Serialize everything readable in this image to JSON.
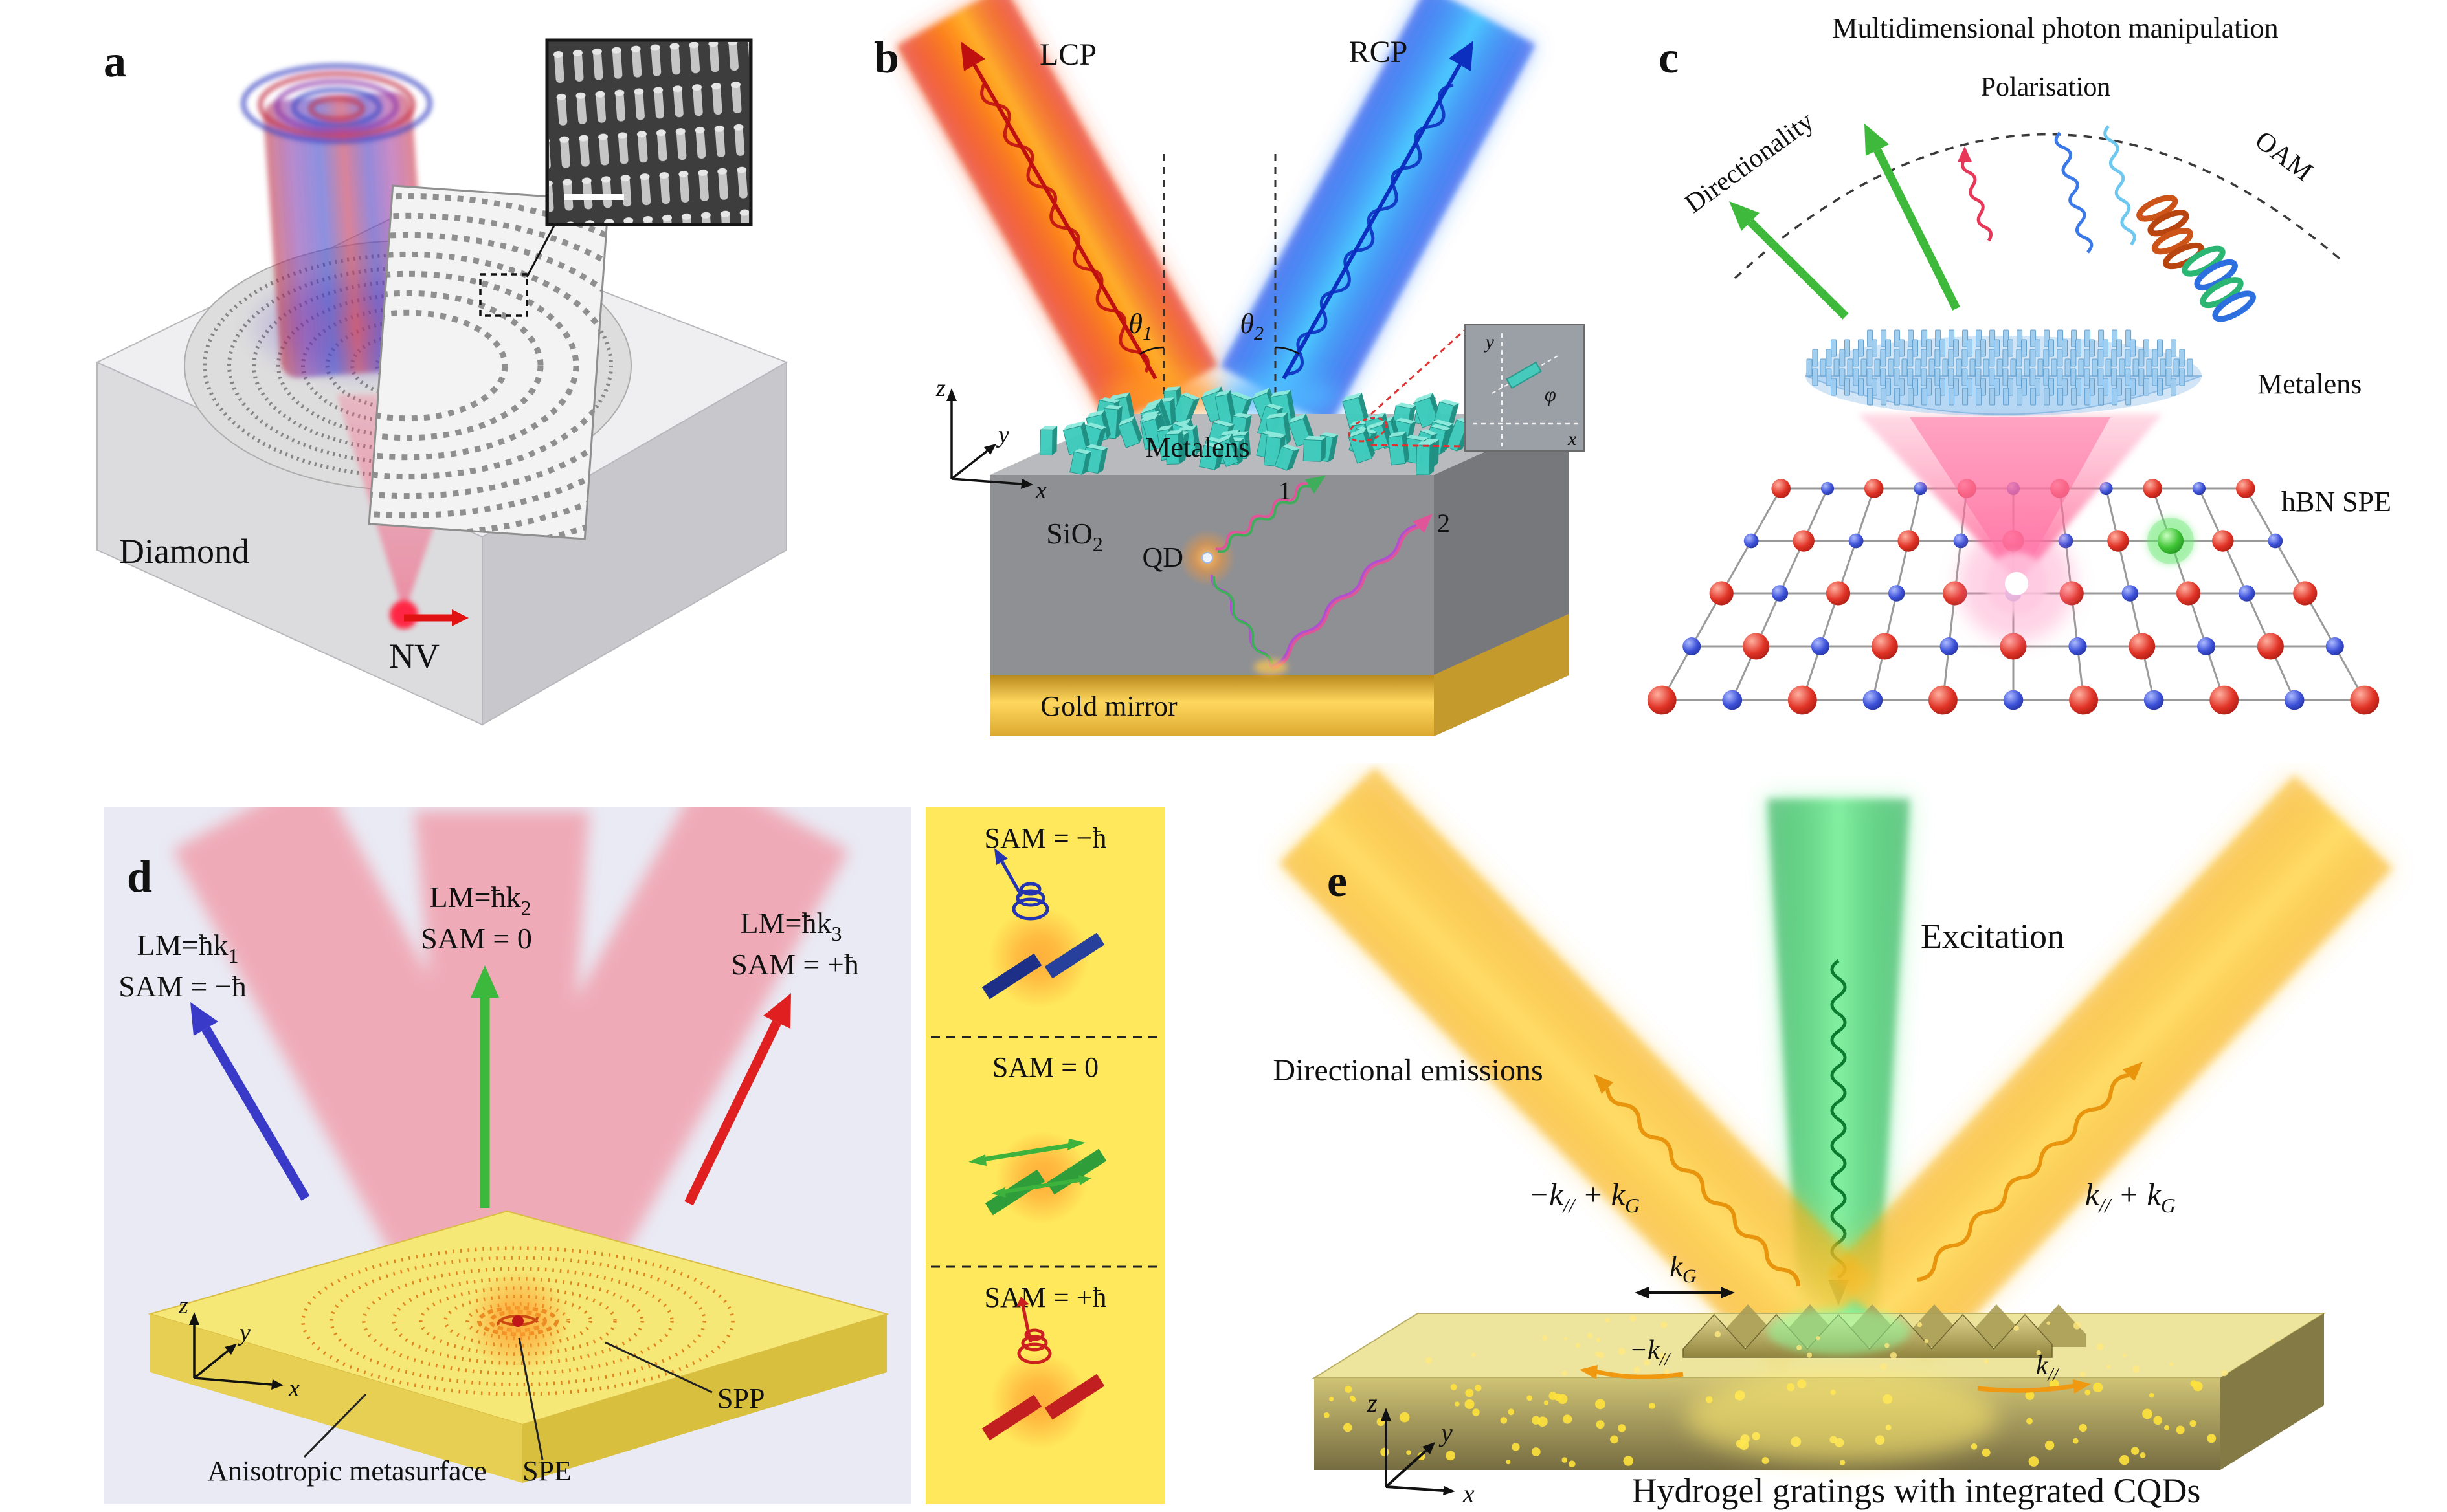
{
  "panel_a": {
    "label": "a",
    "diamond": "Diamond",
    "nv": "NV"
  },
  "panel_b": {
    "label": "b",
    "lcp": "LCP",
    "rcp": "RCP",
    "theta": "θ",
    "theta1_sub": "1",
    "theta2_sub": "2",
    "axis_z": "z",
    "axis_y": "y",
    "axis_x": "x",
    "metalens": "Metalens",
    "sio2_main": "SiO",
    "sio2_sub": "2",
    "qd": "QD",
    "path1": "1",
    "path2": "2",
    "gold_mirror": "Gold mirror",
    "inset_axis_y": "y",
    "inset_axis_x": "x",
    "inset_phi": "φ"
  },
  "panel_c": {
    "label": "c",
    "title": "Multidimensional photon manipulation",
    "directionality": "Directionality",
    "polarisation": "Polarisation",
    "oam": "OAM",
    "metalens": "Metalens",
    "hbn_spe": "hBN SPE"
  },
  "panel_d": {
    "label": "d",
    "beam_left_l1": "LM=ħk",
    "beam_left_l1_sub": "1",
    "beam_left_l2": "SAM = −ħ",
    "beam_mid_l1": "LM=ħk",
    "beam_mid_l1_sub": "2",
    "beam_mid_l2": "SAM = 0",
    "beam_right_l1": "LM=ħk",
    "beam_right_l1_sub": "3",
    "beam_right_l2": "SAM = +ħ",
    "axis_z": "z",
    "axis_y": "y",
    "axis_x": "x",
    "anisotropic_metasurface": "Anisotropic metasurface",
    "spp": "SPP",
    "spe": "SPE",
    "sam_minus": "SAM = −ħ",
    "sam_zero": "SAM = 0",
    "sam_plus": "SAM = +ħ"
  },
  "panel_e": {
    "label": "e",
    "excitation": "Excitation",
    "directional_emissions": "Directional emissions",
    "left_k_pre": "−k",
    "left_k_sub": "//",
    "left_k_mid": " + k",
    "left_k_sub2": "G",
    "right_k_pre": "k",
    "right_k_sub": "//",
    "right_k_mid": " + k",
    "right_k_sub2": "G",
    "kg_main": "k",
    "kg_sub": "G",
    "neg_kpar_main": "−k",
    "neg_kpar_sub": "//",
    "kpar_main": "k",
    "kpar_sub": "//",
    "axis_z": "z",
    "axis_y": "y",
    "axis_x": "x",
    "caption": "Hydrogel gratings with integrated CQDs"
  }
}
